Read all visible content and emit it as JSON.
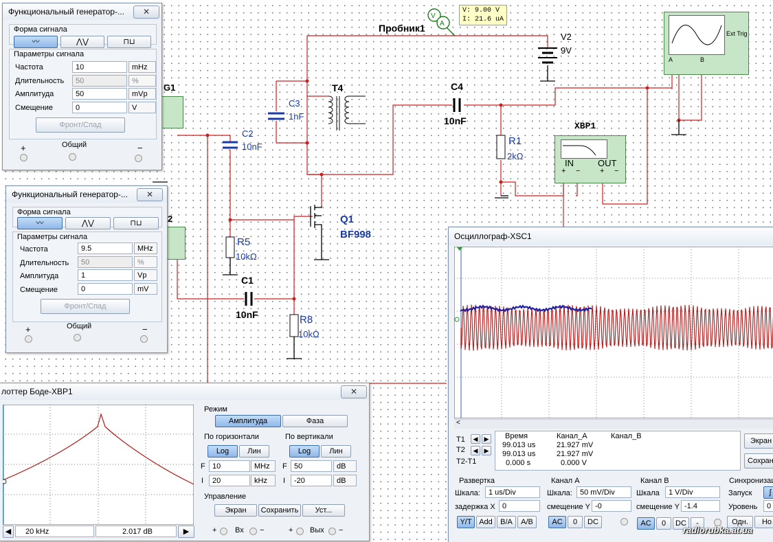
{
  "schematic": {
    "probe": {
      "label": "Пробник1",
      "voltage": "V: 9.00 V",
      "current": "I: 21.6 uA"
    },
    "v2": {
      "name": "V2",
      "value": "9V"
    },
    "t4": {
      "name": "T4"
    },
    "c3": {
      "name": "C3",
      "value": "1nF"
    },
    "c4": {
      "name": "C4",
      "value": "10nF"
    },
    "c2": {
      "name": "C2",
      "value": "10nF"
    },
    "c1": {
      "name": "C1",
      "value": "10nF"
    },
    "r1": {
      "name": "R1",
      "value": "2kΩ"
    },
    "r5": {
      "name": "R5",
      "value": "10kΩ"
    },
    "r8": {
      "name": "R8",
      "value": "10kΩ"
    },
    "q1": {
      "name": "Q1",
      "model": "BF998"
    },
    "xbp1": {
      "name": "XBP1",
      "in": "IN",
      "out": "OUT",
      "plus": "+",
      "minus": "−"
    },
    "xsc": {
      "ext_trig": "Ext Trig",
      "a": "A",
      "b": "B"
    },
    "g1_label": "G1",
    "g2_label": "2"
  },
  "gen1": {
    "title": "Функциональный генератор-...",
    "waveform_group": "Форма сигнала",
    "params_group": "Параметры сигнала",
    "rows": [
      {
        "label": "Частота",
        "value": "10",
        "unit": "mHz"
      },
      {
        "label": "Длительность",
        "value": "50",
        "unit": "%"
      },
      {
        "label": "Амплитуда",
        "value": "50",
        "unit": "mVp"
      },
      {
        "label": "Смещение",
        "value": "0",
        "unit": "V"
      }
    ],
    "edge_button": "Фронт/Спад",
    "plus": "+",
    "common": "Общий",
    "minus": "−"
  },
  "gen2": {
    "title": "Функциональный генератор-...",
    "waveform_group": "Форма сигнала",
    "params_group": "Параметры сигнала",
    "rows": [
      {
        "label": "Частота",
        "value": "9.5",
        "unit": "MHz"
      },
      {
        "label": "Длительность",
        "value": "50",
        "unit": "%"
      },
      {
        "label": "Амплитуда",
        "value": "1",
        "unit": "Vp"
      },
      {
        "label": "Смещение",
        "value": "0",
        "unit": "mV"
      }
    ],
    "edge_button": "Фронт/Спад",
    "plus": "+",
    "common": "Общий",
    "minus": "−"
  },
  "bode": {
    "title": "лоттер Боде-XBP1",
    "mode": "Режим",
    "amplitude": "Амплитуда",
    "phase": "Фаза",
    "horizontal": "По горизонтали",
    "vertical": "По вертикали",
    "log": "Log",
    "lin": "Лин",
    "f": "F",
    "i": "I",
    "h_f_value": "10",
    "h_f_unit": "MHz",
    "h_i_value": "20",
    "h_i_unit": "kHz",
    "v_f_value": "50",
    "v_f_unit": "dB",
    "v_i_value": "-20",
    "v_i_unit": "dB",
    "control": "Управление",
    "screen": "Экран",
    "save": "Сохранить",
    "settings": "Уст...",
    "cursor_freq": "20 kHz",
    "cursor_gain": "2.017 dB",
    "in_label": "Вх",
    "out_label": "Вых",
    "plus": "+",
    "minus": "−"
  },
  "scope": {
    "title": "Осциллограф-XSC1",
    "table_headers": [
      "Время",
      "Канал_A",
      "Канал_B"
    ],
    "t1": "T1",
    "t2": "T2",
    "t2t1": "T2-T1",
    "rows": [
      [
        "99.013 us",
        "21.927 mV",
        ""
      ],
      [
        "99.013 us",
        "21.927 mV",
        ""
      ],
      [
        "0.000 s",
        "0.000 V",
        ""
      ]
    ],
    "screen_btn": "Экран",
    "save_btn": "Сохрани",
    "timebase": {
      "title": "Развертка",
      "scale_label": "Шкала:",
      "scale": "1 us/Div",
      "delay_label": "задержка X",
      "delay": "0",
      "modes": [
        "Y/T",
        "Add",
        "B/A",
        "A/B"
      ]
    },
    "chA": {
      "title": "Канал A",
      "scale_label": "Шкала:",
      "scale": "50 mV/Div",
      "offset_label": "смещение Y",
      "offset": "-0",
      "coupling": [
        "AC",
        "0",
        "DC"
      ]
    },
    "chB": {
      "title": "Канал B",
      "scale_label": "Шкала",
      "scale": "1  V/Div",
      "offset_label": "смещение Y",
      "offset": "-1.4",
      "coupling": [
        "AC",
        "0",
        "DC",
        "-"
      ]
    },
    "sync": {
      "title": "Синхронизац",
      "start": "Запуск",
      "level": "Уровень",
      "level_val": "0",
      "single": "Одн.",
      "normal": "Но"
    }
  },
  "watermark": "radiorubka.at.ua",
  "colors": {
    "wire": "#cc1f1f",
    "trace_a": "#b01818",
    "trace_b": "#1f1fa0",
    "window_bg": "#eef2f7",
    "active_btn": "#a9ccf1"
  }
}
